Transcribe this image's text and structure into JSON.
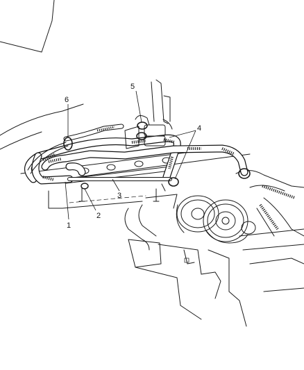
{
  "callouts": [
    {
      "label": "1"
    },
    {
      "label": "2"
    },
    {
      "label": "3"
    },
    {
      "label": "4"
    },
    {
      "label": "5"
    },
    {
      "label": "6"
    }
  ],
  "style": {
    "line_color": "#1a1a1a",
    "background": "#ffffff"
  }
}
